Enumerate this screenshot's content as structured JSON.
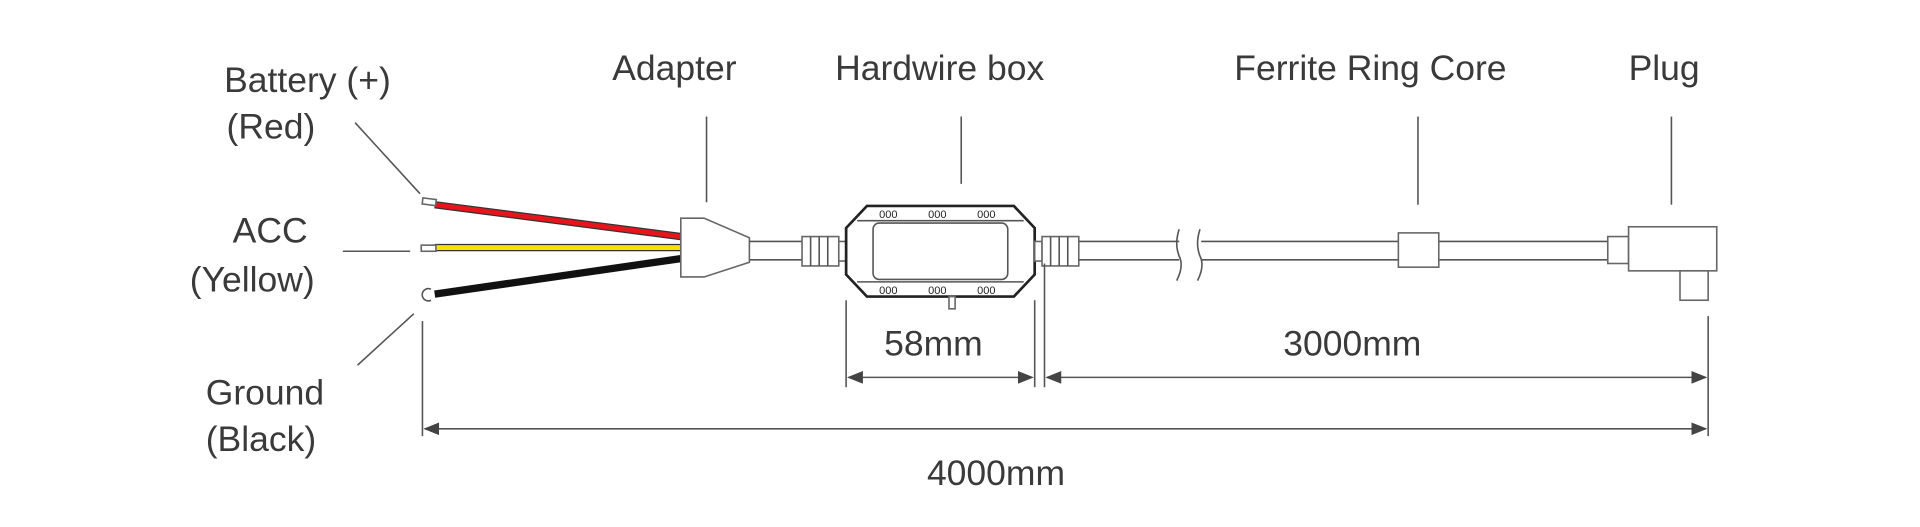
{
  "labels": {
    "battery": "Battery (+)",
    "battery_color": "(Red)",
    "acc": "ACC",
    "acc_color": "(Yellow)",
    "ground": "Ground",
    "ground_color": "(Black)",
    "adapter": "Adapter",
    "hardwire_box": "Hardwire box",
    "ferrite": "Ferrite Ring Core",
    "plug": "Plug"
  },
  "dimensions": {
    "box_length": "58mm",
    "cable_length": "3000mm",
    "total_length": "4000mm"
  },
  "wire_colors": {
    "red": "#e8141b",
    "yellow": "#f2e400",
    "black": "#111111"
  }
}
